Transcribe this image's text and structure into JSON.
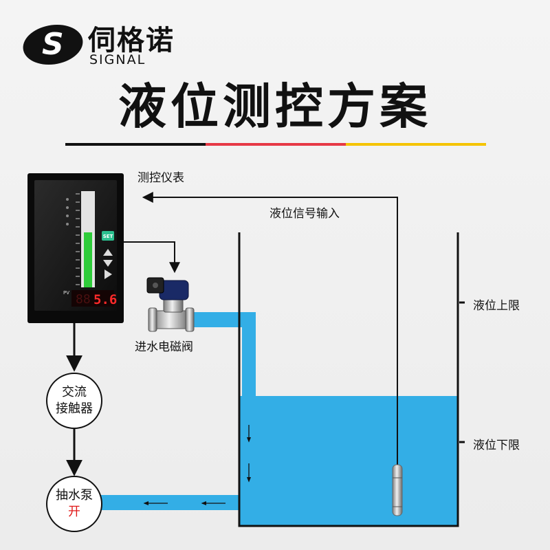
{
  "brand": {
    "logo_letter": "S",
    "name_cn": "伺格诺",
    "name_en": "SIGNAL"
  },
  "title": "液位测控方案",
  "colors": {
    "water": "#33aee6",
    "line_black": "#111111",
    "accent_red": "#e63946",
    "accent_yellow": "#f5c400",
    "display_red": "#ff2a2a",
    "bar_green": "#2ecc3a"
  },
  "labels": {
    "instrument": "测控仪表",
    "signal_input": "液位信号输入",
    "solenoid_valve": "进水电磁阀",
    "level_upper": "液位上限",
    "level_lower": "液位下限"
  },
  "nodes": {
    "contactor_line1": "交流",
    "contactor_line2": "接触器",
    "pump_line1": "抽水泵",
    "pump_state": "开"
  },
  "instrument": {
    "pv_label": "PV",
    "display_value": "5.6",
    "set_button": "SET"
  }
}
